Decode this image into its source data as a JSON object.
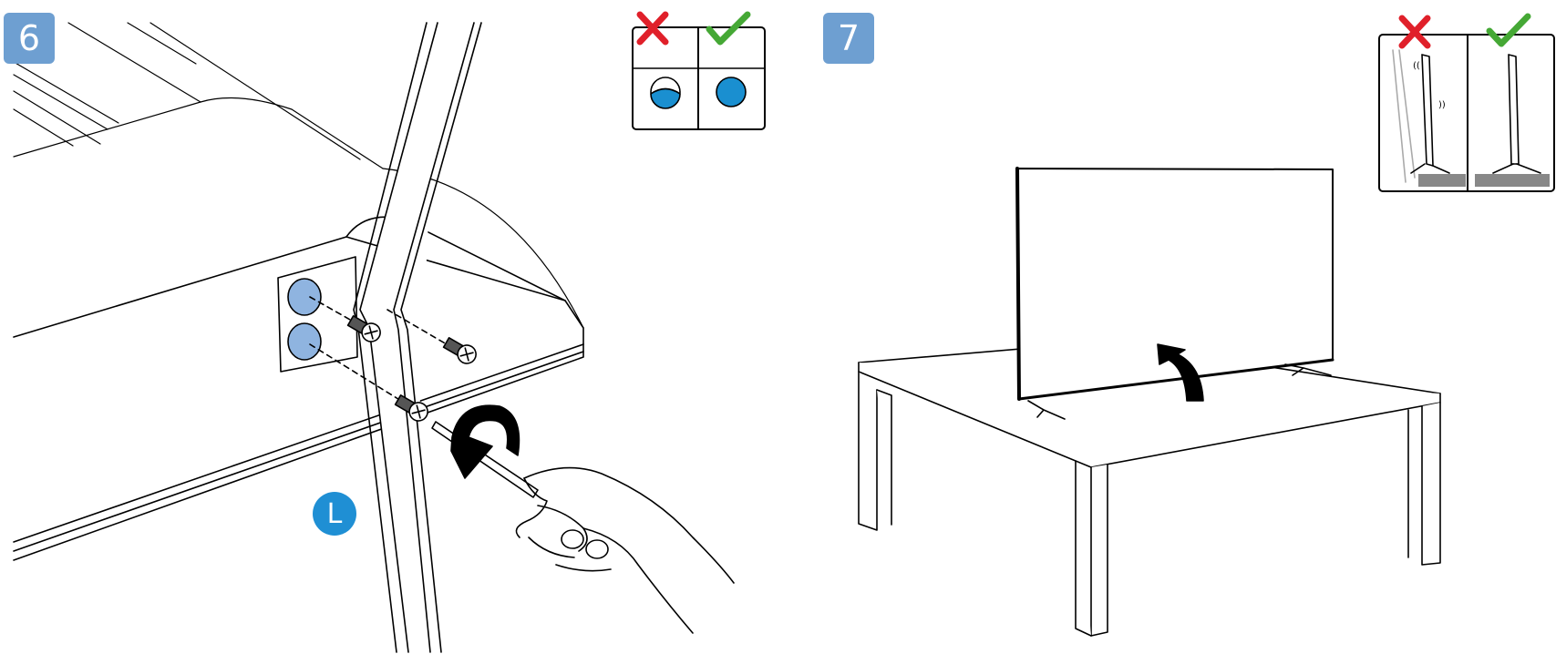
{
  "steps": [
    {
      "number": "6"
    },
    {
      "number": "7"
    }
  ],
  "callouts": {
    "side_label": "L"
  },
  "colors": {
    "step_badge": "#6e9fd1",
    "callout": "#1f8fd4",
    "hole": "#1a8fd0",
    "screw_hole_fill": "#8fb4e0",
    "wrong": "#e0202a",
    "right": "#45a835",
    "stand_gray": "#888888",
    "line": "#000000"
  },
  "icons": [
    "wrong-cross-icon",
    "correct-check-icon",
    "rotate-arrow-icon",
    "lift-arrow-icon",
    "screw-icon",
    "screwdriver-icon",
    "hand-icon"
  ]
}
